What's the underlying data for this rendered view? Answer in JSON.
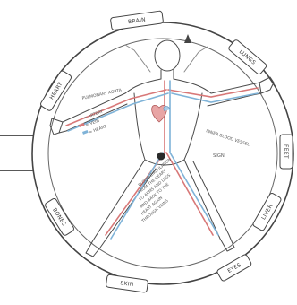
{
  "colors": {
    "artery": "#d87878",
    "vein": "#7fb3d8",
    "ink": "#4a4a4a",
    "paper": "#ffffff"
  },
  "rim_tabs": [
    {
      "label": "BRAIN"
    },
    {
      "label": "LUNGS"
    },
    {
      "label": "HEART"
    },
    {
      "label": "FEET"
    },
    {
      "label": "LIVER"
    },
    {
      "label": "BONES"
    },
    {
      "label": "SKIN"
    },
    {
      "label": "EYES"
    }
  ],
  "annotations": {
    "top_left_note": "PULMONARY AORTA",
    "legend_1": "= ARTERY",
    "legend_2": "= VEIN",
    "legend_3": "= HEART",
    "right_note": "INNER BLOOD VESSEL",
    "right_small": "SIGN",
    "bottom_note_1": "BLOOD CIRCULATION",
    "bottom_note_2": "FROM THE HEART",
    "bottom_note_3": "TO ARMS AND LEGS",
    "bottom_note_4": "AND BACK TO THE",
    "bottom_note_5": "HEART AGAIN",
    "bottom_note_6": "THROUGH VEINS"
  }
}
